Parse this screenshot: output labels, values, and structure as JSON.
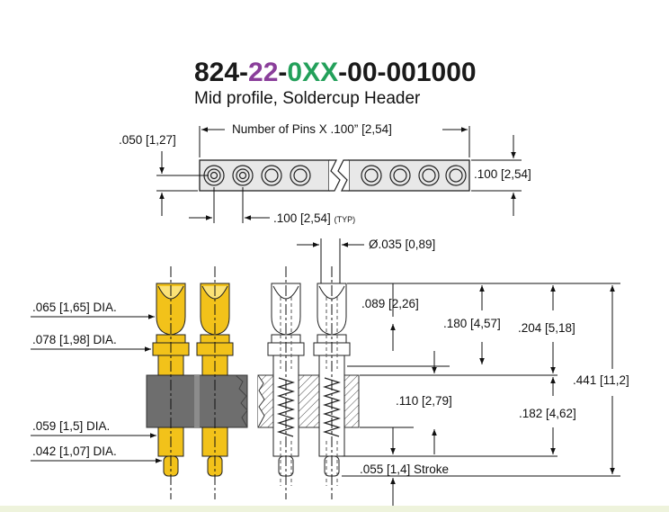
{
  "header": {
    "part_number": {
      "seg1": "824-",
      "seg2": "22",
      "seg3": "-",
      "seg4": "0XX",
      "seg5": "-00-001000"
    },
    "subtitle": "Mid profile, Soldercup Header"
  },
  "colors": {
    "text_dark": "#1a1a1a",
    "accent_purple": "#8a3e9a",
    "accent_green": "#23a05a",
    "pin_gold": "#f2c21a",
    "insulator_gray": "#6e6e6e",
    "footer_tint": "#eef3dc"
  },
  "dimensions": {
    "top_offset": ".050 [1,27]",
    "number_of_pins": "Number of Pins X .100” [2,54]",
    "height": ".100 [2,54]",
    "pitch": ".100 [2,54]",
    "pitch_typ": "(TYP)",
    "cup_dia": "Ø.035 [0,89]",
    "dia_065": ".065 [1,65] DIA.",
    "dia_078": ".078 [1,98] DIA.",
    "dia_059": ".059 [1,5] DIA.",
    "dia_042": ".042 [1,07] DIA.",
    "d_089": ".089 [2,26]",
    "d_180": ".180 [4,57]",
    "d_204": ".204 [5,18]",
    "d_441": ".441 [11,2]",
    "d_110": ".110 [2,79]",
    "d_182": ".182 [4,62]",
    "stroke": ".055 [1,4] Stroke"
  }
}
